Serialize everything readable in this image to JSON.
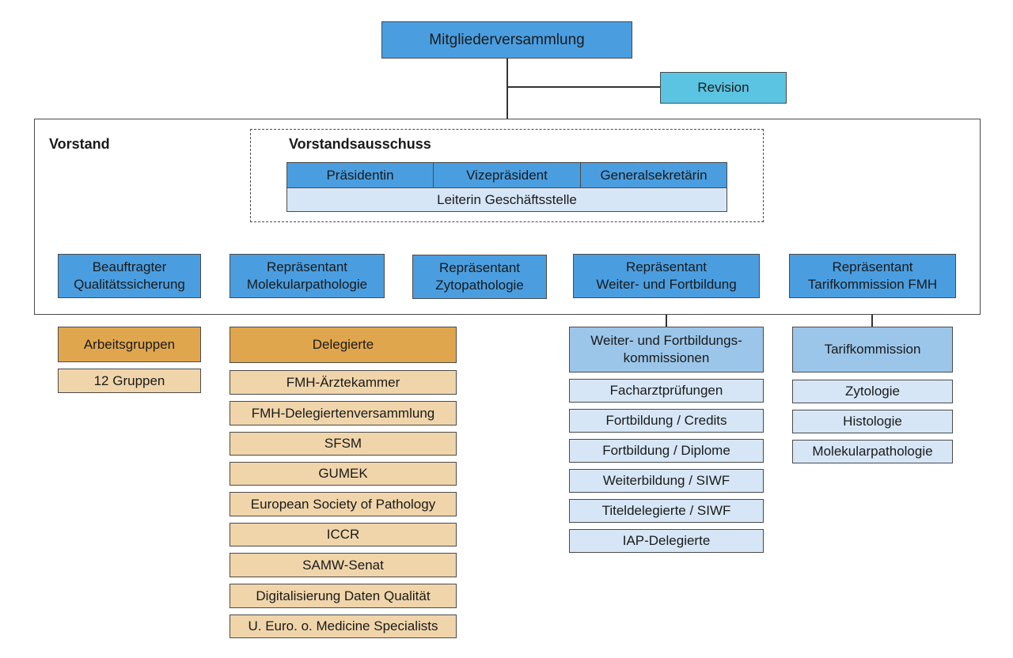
{
  "top": {
    "assembly": "Mitgliederversammlung",
    "revision": "Revision"
  },
  "vorstand": {
    "label": "Vorstand",
    "committee": {
      "label": "Vorstandsausschuss",
      "roles": [
        "Präsidentin",
        "Vizepräsident",
        "Generalsekretärin"
      ],
      "office": "Leiterin Geschäftsstelle"
    },
    "members": [
      "Beauftragter\nQualitätssicherung",
      "Repräsentant\nMolekularpathologie",
      "Repräsentant\nZytopathologie",
      "Repräsentant\nWeiter- und Fortbildung",
      "Repräsentant\nTarifkommission FMH"
    ]
  },
  "arbeitsgruppen": {
    "title": "Arbeitsgruppen",
    "items": [
      "12 Gruppen"
    ]
  },
  "delegierte": {
    "title": "Delegierte",
    "items": [
      "FMH-Ärztekammer",
      "FMH-Delegiertenversammlung",
      "SFSM",
      "GUMEK",
      "European Society of Pathology",
      "ICCR",
      "SAMW-Senat",
      "Digitalisierung Daten Qualität",
      "U. Euro. o. Medicine Specialists"
    ]
  },
  "weiterbildung": {
    "title": "Weiter- und Fortbildungs-\nkommissionen",
    "items": [
      "Facharztprüfungen",
      "Fortbildung / Credits",
      "Fortbildung / Diplome",
      "Weiterbildung / SIWF",
      "Titeldelegierte / SIWF",
      "IAP-Delegierte"
    ]
  },
  "tarif": {
    "title": "Tarifkommission",
    "items": [
      "Zytologie",
      "Histologie",
      "Molekularpathologie"
    ]
  },
  "colors": {
    "dark_blue": "#4a9ee0",
    "cyan": "#5bc4e2",
    "light_blue": "#d6e6f6",
    "mid_blue": "#9bc6ea",
    "orange": "#e0a64e",
    "tan": "#f0d5ab"
  }
}
